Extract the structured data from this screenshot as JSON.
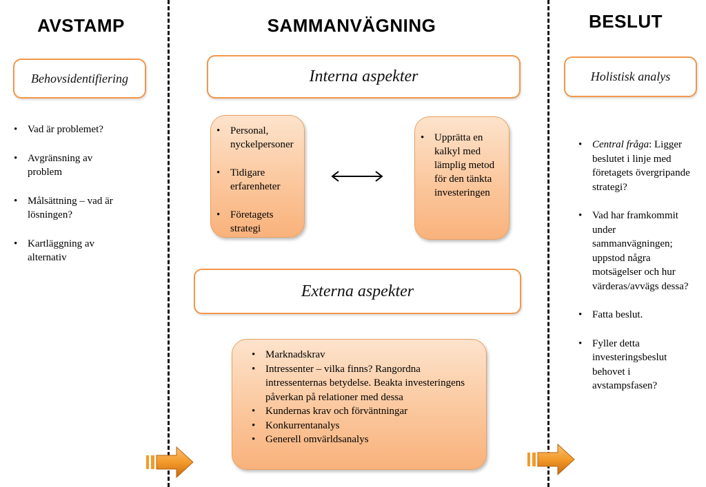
{
  "columns": {
    "left": {
      "heading": "AVSTAMP",
      "title_box": "Behovsidentifiering",
      "items": [
        "Vad är problemet?",
        "Avgränsning av problem",
        "Målsättning – vad är lösningen?",
        "Kartläggning av alternativ"
      ]
    },
    "middle": {
      "heading": "SAMMANVÄGNING",
      "internal_title": "Interna aspekter",
      "internal_left_items": [
        "Personal, nyckelpersoner",
        "Tidigare erfarenheter",
        "Företagets strategi"
      ],
      "internal_right_items": [
        "Upprätta en kalkyl med lämplig metod för den tänkta investeringen"
      ],
      "external_title": "Externa aspekter",
      "external_items": [
        "Marknadskrav",
        "Intressenter – vilka finns? Rangordna intressenternas betydelse. Beakta investeringens påverkan på relationer med dessa",
        "Kundernas krav och förväntningar",
        "Konkurrentanalys",
        "Generell omvärldsanalys"
      ]
    },
    "right": {
      "heading": "BESLUT",
      "title_box": "Holistisk analys",
      "first_item_label": "Central fråga",
      "first_item_text": ": Ligger beslutet i linje med företagets övergripande strategi?",
      "items": [
        "Vad har framkommit under sammanvägningen; uppstod några motsägelser och hur värderas/avvägs dessa?",
        "Fatta beslut.",
        "Fyller detta investeringsbeslut behovet i avstampsfasen?"
      ]
    }
  },
  "colors": {
    "accent_border": "#f2964a",
    "arrow_fill": "#f39a2a"
  }
}
